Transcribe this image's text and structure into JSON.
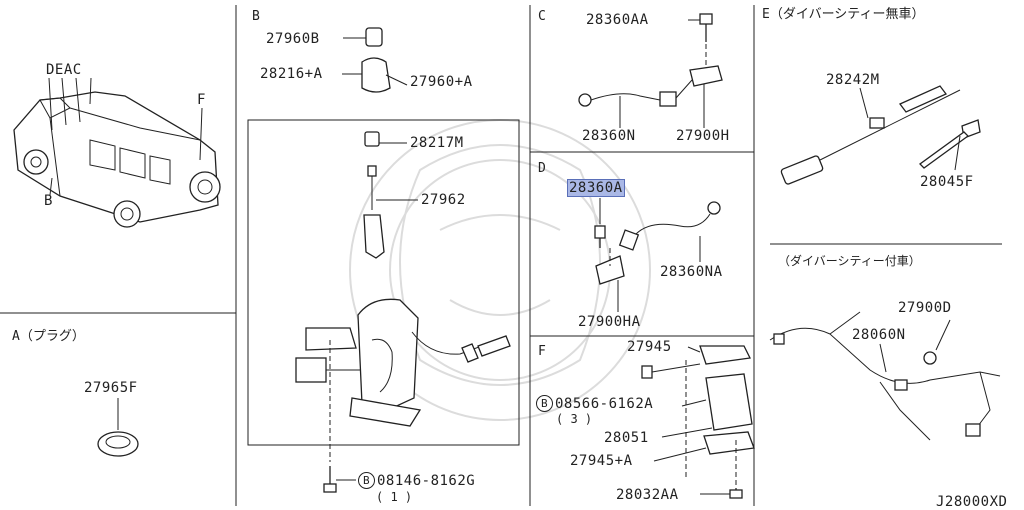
{
  "diagram_id": "J28000XD",
  "sections": {
    "A": {
      "letter": "A",
      "caption": "（プラグ）"
    },
    "B": {
      "letter": "B"
    },
    "C": {
      "letter": "C"
    },
    "D": {
      "letter": "D"
    },
    "E": {
      "letter": "E",
      "caption": "（ダイバーシティー無車）",
      "caption2": "（ダイバーシティー付車）"
    },
    "F": {
      "letter": "F"
    }
  },
  "vehicle_callouts": {
    "top": "DEAC",
    "bottom": "B",
    "right": "F"
  },
  "parts": {
    "p27965F": "27965F",
    "p27960B": "27960B",
    "p28216A": "28216+A",
    "p27960A": "27960+A",
    "p28217M": "28217M",
    "p27962": "27962",
    "bolt_b_code": "08146-8162G",
    "bolt_b_qty": "( 1 )",
    "bolt_symbol": "B",
    "p28360AA": "28360AA",
    "p28360N": "28360N",
    "p27900H": "27900H",
    "p28360A": "28360A",
    "p28360NA": "28360NA",
    "p27900HA": "27900HA",
    "p28242M": "28242M",
    "p28045F": "28045F",
    "p27900D": "27900D",
    "p28060N": "28060N",
    "p27945": "27945",
    "bolt_f_code": "08566-6162A",
    "bolt_f_qty": "( 3 )",
    "p28051": "28051",
    "p27945A": "27945+A",
    "p28032AA": "28032AA"
  },
  "highlighted_part": "28360A"
}
